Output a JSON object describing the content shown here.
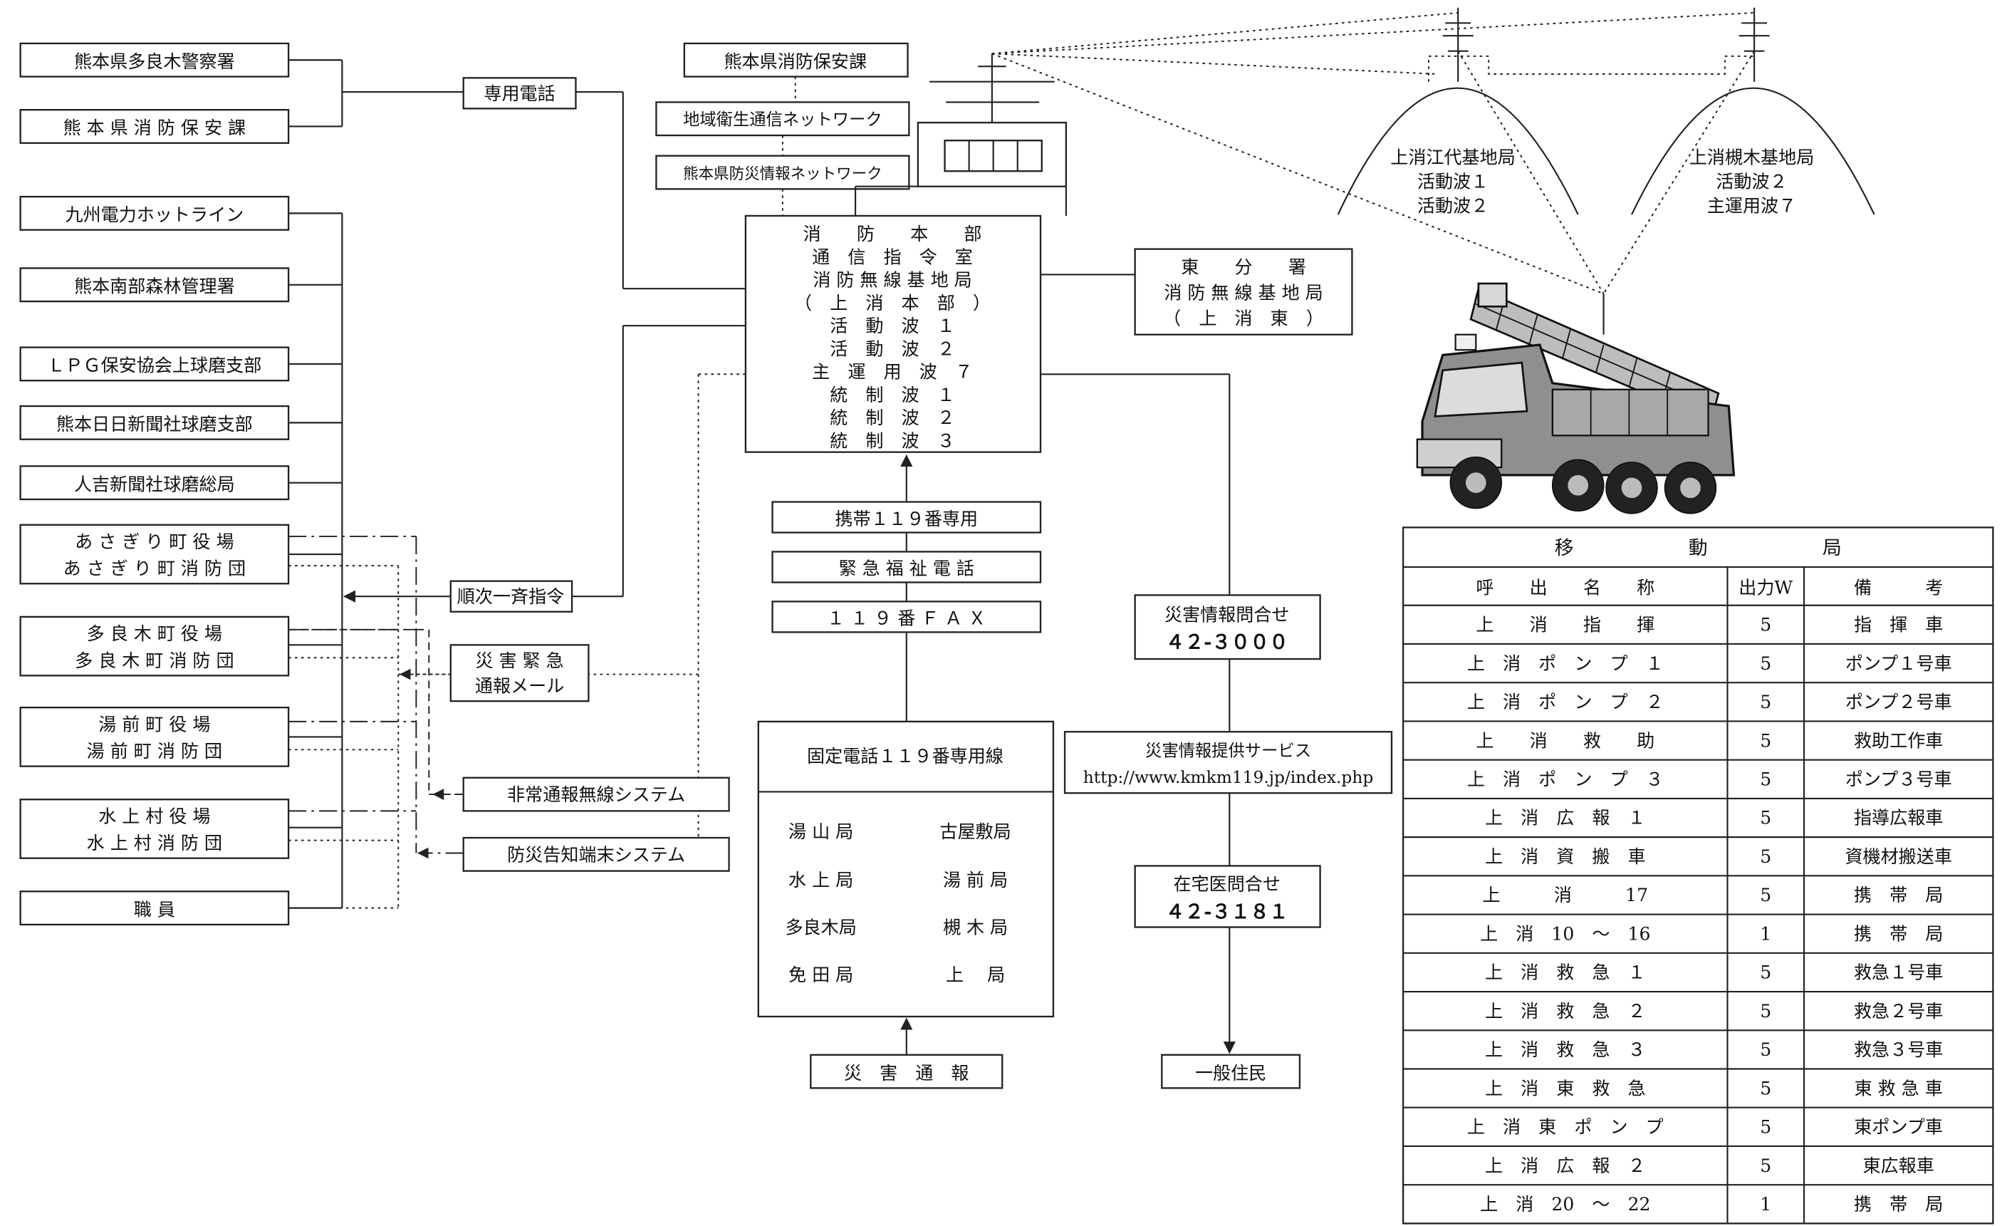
{
  "left_orgs": [
    "熊本県多良木警察署",
    "熊 本 県 消 防 保 安 課",
    "九州電力ホットライン",
    "熊本南部森林管理署",
    "ＬＰＧ保安協会上球磨支部",
    "熊本日日新聞社球磨支部",
    "人吉新聞社球磨総局",
    "職                  員"
  ],
  "paired_orgs": [
    {
      "office": "あ さ ぎ り 町 役 場",
      "brigade": "あ さ ぎ り 町 消 防 団"
    },
    {
      "office": "多 良 木 町 役 場",
      "brigade": "多 良 木 町 消 防 団"
    },
    {
      "office": "湯 前 町 役 場",
      "brigade": "湯 前 町 消 防 団"
    },
    {
      "office": "水 上 村 役 場",
      "brigade": "水 上 村 消 防 団"
    }
  ],
  "connectors": {
    "dedicated_phone": "専用電話",
    "sequential_command": "順次一斉指令",
    "emergency_mail": [
      "災 害 緊 急",
      "通報メール"
    ],
    "emergency_radio": "非常通報無線システム",
    "terminal_system": "防災告知端末システム"
  },
  "top_center": {
    "pref_fire": "熊本県消防保安課",
    "regional_health": "地域衛生通信ネットワーク",
    "pref_disaster": "熊本県防災情報ネットワーク"
  },
  "hq": {
    "lines": [
      "消　　防　　本　　部",
      "通　信　指　令　室",
      "消 防 無 線 基 地 局",
      "（　上　消　本　部　）"
    ],
    "waves": [
      "活　動　波　１",
      "活　動　波　２",
      "主　運　用　波　７",
      "統　制　波　１",
      "統　制　波　２",
      "統　制　波　３"
    ]
  },
  "east_station": [
    "東　　分　　署",
    "消 防 無 線 基 地 局",
    "（　上　消　東　）"
  ],
  "inputs": [
    "携帯１１９番専用",
    "緊 急 福 祉 電 話",
    "１ １ ９ 番 Ｆ Ａ Ｘ"
  ],
  "fixed_line": {
    "title": "固定電話１１９番専用線",
    "stations": [
      [
        "湯 山 局",
        "古屋敷局"
      ],
      [
        "水 上 局",
        "湯 前 局"
      ],
      [
        "多良木局",
        "槻 木 局"
      ],
      [
        "免 田 局",
        "上　 局"
      ]
    ]
  },
  "disaster_report": "災　害　通　報",
  "inquiry": {
    "label": "災害情報問合せ",
    "number": "４２-３０００"
  },
  "info_service": {
    "label": "災害情報提供サービス",
    "url": "http://www.kmkm119.jp/index.php"
  },
  "doctor_inquiry": {
    "label": "在宅医問合せ",
    "number": "４２-３１８１"
  },
  "residents": "一般住民",
  "base_stations": [
    {
      "name": "上消江代基地局",
      "waves": [
        "活動波１",
        "活動波２"
      ]
    },
    {
      "name": "上消槻木基地局",
      "waves": [
        "活動波２",
        "主運用波７"
      ]
    }
  ],
  "mobile_table": {
    "title": "移　　　　　　動　　　　　　局",
    "headers": [
      "呼　　出　　名　　称",
      "出力W",
      "備　　　考"
    ],
    "rows": [
      {
        "name": "上　　消　　指　　揮",
        "power": "5",
        "note": "指　揮　車"
      },
      {
        "name": "上　消　ポ　ン　プ　１",
        "power": "5",
        "note": "ポンプ１号車"
      },
      {
        "name": "上　消　ポ　ン　プ　２",
        "power": "5",
        "note": "ポンプ２号車"
      },
      {
        "name": "上　　消　　救　　助",
        "power": "5",
        "note": "救助工作車"
      },
      {
        "name": "上　消　ポ　ン　プ　３",
        "power": "5",
        "note": "ポンプ３号車"
      },
      {
        "name": "上　消　広　報　１",
        "power": "5",
        "note": "指導広報車"
      },
      {
        "name": "上　消　資　搬　車",
        "power": "5",
        "note": "資機材搬送車"
      },
      {
        "name": "上　　　消　　　17",
        "power": "5",
        "note": "携　帯　局"
      },
      {
        "name": "上　消　10　〜　16",
        "power": "1",
        "note": "携　帯　局"
      },
      {
        "name": "上　消　救　急　１",
        "power": "5",
        "note": "救急１号車"
      },
      {
        "name": "上　消　救　急　２",
        "power": "5",
        "note": "救急２号車"
      },
      {
        "name": "上　消　救　急　３",
        "power": "5",
        "note": "救急３号車"
      },
      {
        "name": "上　消　東　救　急",
        "power": "5",
        "note": "東 救 急 車"
      },
      {
        "name": "上　消　東　ポ　ン　プ",
        "power": "5",
        "note": "東ポンプ車"
      },
      {
        "name": "上　消　広　報　２",
        "power": "5",
        "note": "東広報車"
      },
      {
        "name": "上　消　20　〜　22",
        "power": "1",
        "note": "携　帯　局"
      }
    ]
  }
}
